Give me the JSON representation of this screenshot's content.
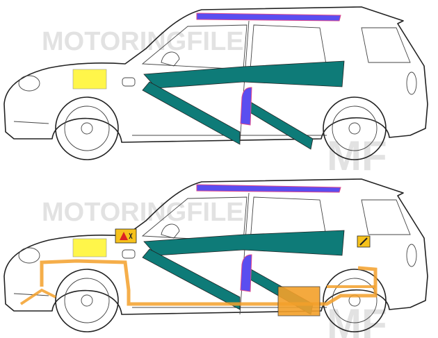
{
  "watermark": {
    "text": "MOTORINGFILE",
    "logo": "MF"
  },
  "views": [
    {
      "name": "side-view-standard",
      "zones": [
        "airbag-curtain",
        "airbag-side",
        "reinforcement",
        "battery-12v"
      ]
    },
    {
      "name": "side-view-hybrid",
      "zones": [
        "airbag-curtain",
        "airbag-side",
        "reinforcement",
        "battery-12v",
        "high-voltage-lines",
        "high-voltage-battery",
        "warning-high-voltage",
        "fuel-tank-icon"
      ]
    }
  ],
  "colors": {
    "reinforcement": "#0e7b78",
    "airbag": "#5a4ef0",
    "airbag_border": "#e0488a",
    "battery": "#fff64a",
    "high_voltage": "#f3a02a",
    "warning": "#f6c21c"
  }
}
